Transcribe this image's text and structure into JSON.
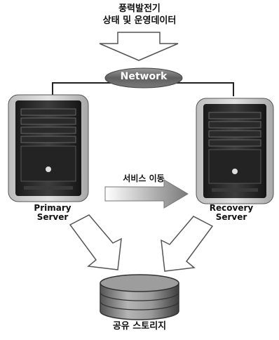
{
  "title_line1": "풍력발전기",
  "title_line2": "상태 및 운영데이터",
  "network_label": "Network",
  "migration_label": "서비스 이동",
  "primary_line1": "Primary",
  "primary_line2": "Server",
  "recovery_line1": "Recovery",
  "recovery_line2": "Server",
  "storage_label": "공유 스토리지",
  "colors": {
    "background": "#ffffff",
    "server_body": "#2b2b2b",
    "network_pill": "#6b6b6b",
    "arrow_fill": "#cfcfcf"
  }
}
